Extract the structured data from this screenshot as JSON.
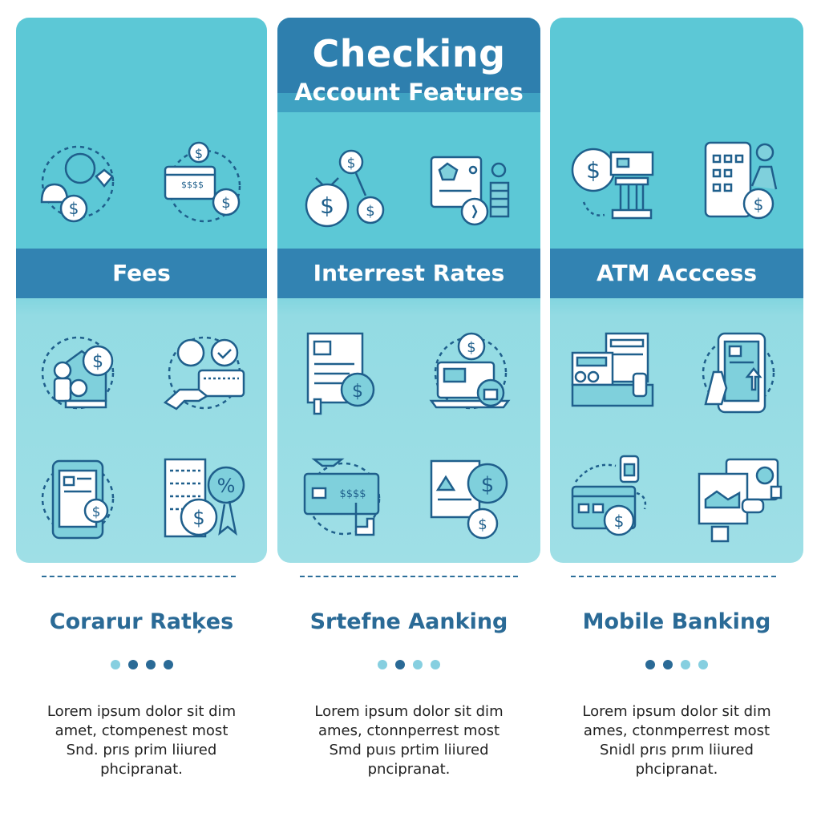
{
  "header": {
    "title_line1": "Checking",
    "title_line2": "Account Features"
  },
  "columns": [
    {
      "band_label": "Fees",
      "subtitle": "Corarur Ratķes",
      "icons": [
        "money-bag-icon",
        "credit-card-icon",
        "house-dollar-icon",
        "hand-card-icon",
        "tablet-dollar-icon",
        "percent-badge-icon"
      ],
      "text_lines": [
        "Lorem ipsum dolor sit dim",
        "amet, ctompenest most",
        "Snd. prıs prim liiured",
        "phcipranat."
      ],
      "dots": [
        "#86cfe0",
        "#2a6a96",
        "#2a6a96",
        "#2a6a96"
      ]
    },
    {
      "band_label": "Interrest Rates",
      "subtitle": "Srtefne Aanking",
      "icons": [
        "coins-bag-icon",
        "card-coins-icon",
        "document-dollar-icon",
        "laptop-lock-icon",
        "card-tap-icon",
        "document-gear-icon"
      ],
      "text_lines": [
        "Lorem ipsum dolor sit dim",
        "ames, ctonnperrest most",
        "Smd  puıs prtim liiured",
        "pncipranat."
      ],
      "dots": [
        "#86cfe0",
        "#2a6a96",
        "#86cfe0",
        "#86cfe0"
      ]
    },
    {
      "band_label": "ATM Acccess",
      "subtitle": "Mobile Banking",
      "icons": [
        "bank-gear-icon",
        "phone-checklist-icon",
        "atm-machine-icon",
        "mobile-hand-icon",
        "card-dollar-icon",
        "screen-handshake-icon"
      ],
      "text_lines": [
        "Lorem ipsum dolor sit dim",
        "ames, ctonmperrest most",
        "Snidl prıs prım liiured",
        "phcipranat."
      ],
      "dots": [
        "#2a6a96",
        "#2a6a96",
        "#86cfe0",
        "#86cfe0"
      ]
    }
  ],
  "colors": {
    "card_top": "#5cc8d6",
    "card_bottom": "#9fdfe6",
    "band": "#3283b2",
    "title_block": "#2e7fae",
    "subtitle": "#2a6a96",
    "icon_stroke": "#1f5f8c"
  }
}
